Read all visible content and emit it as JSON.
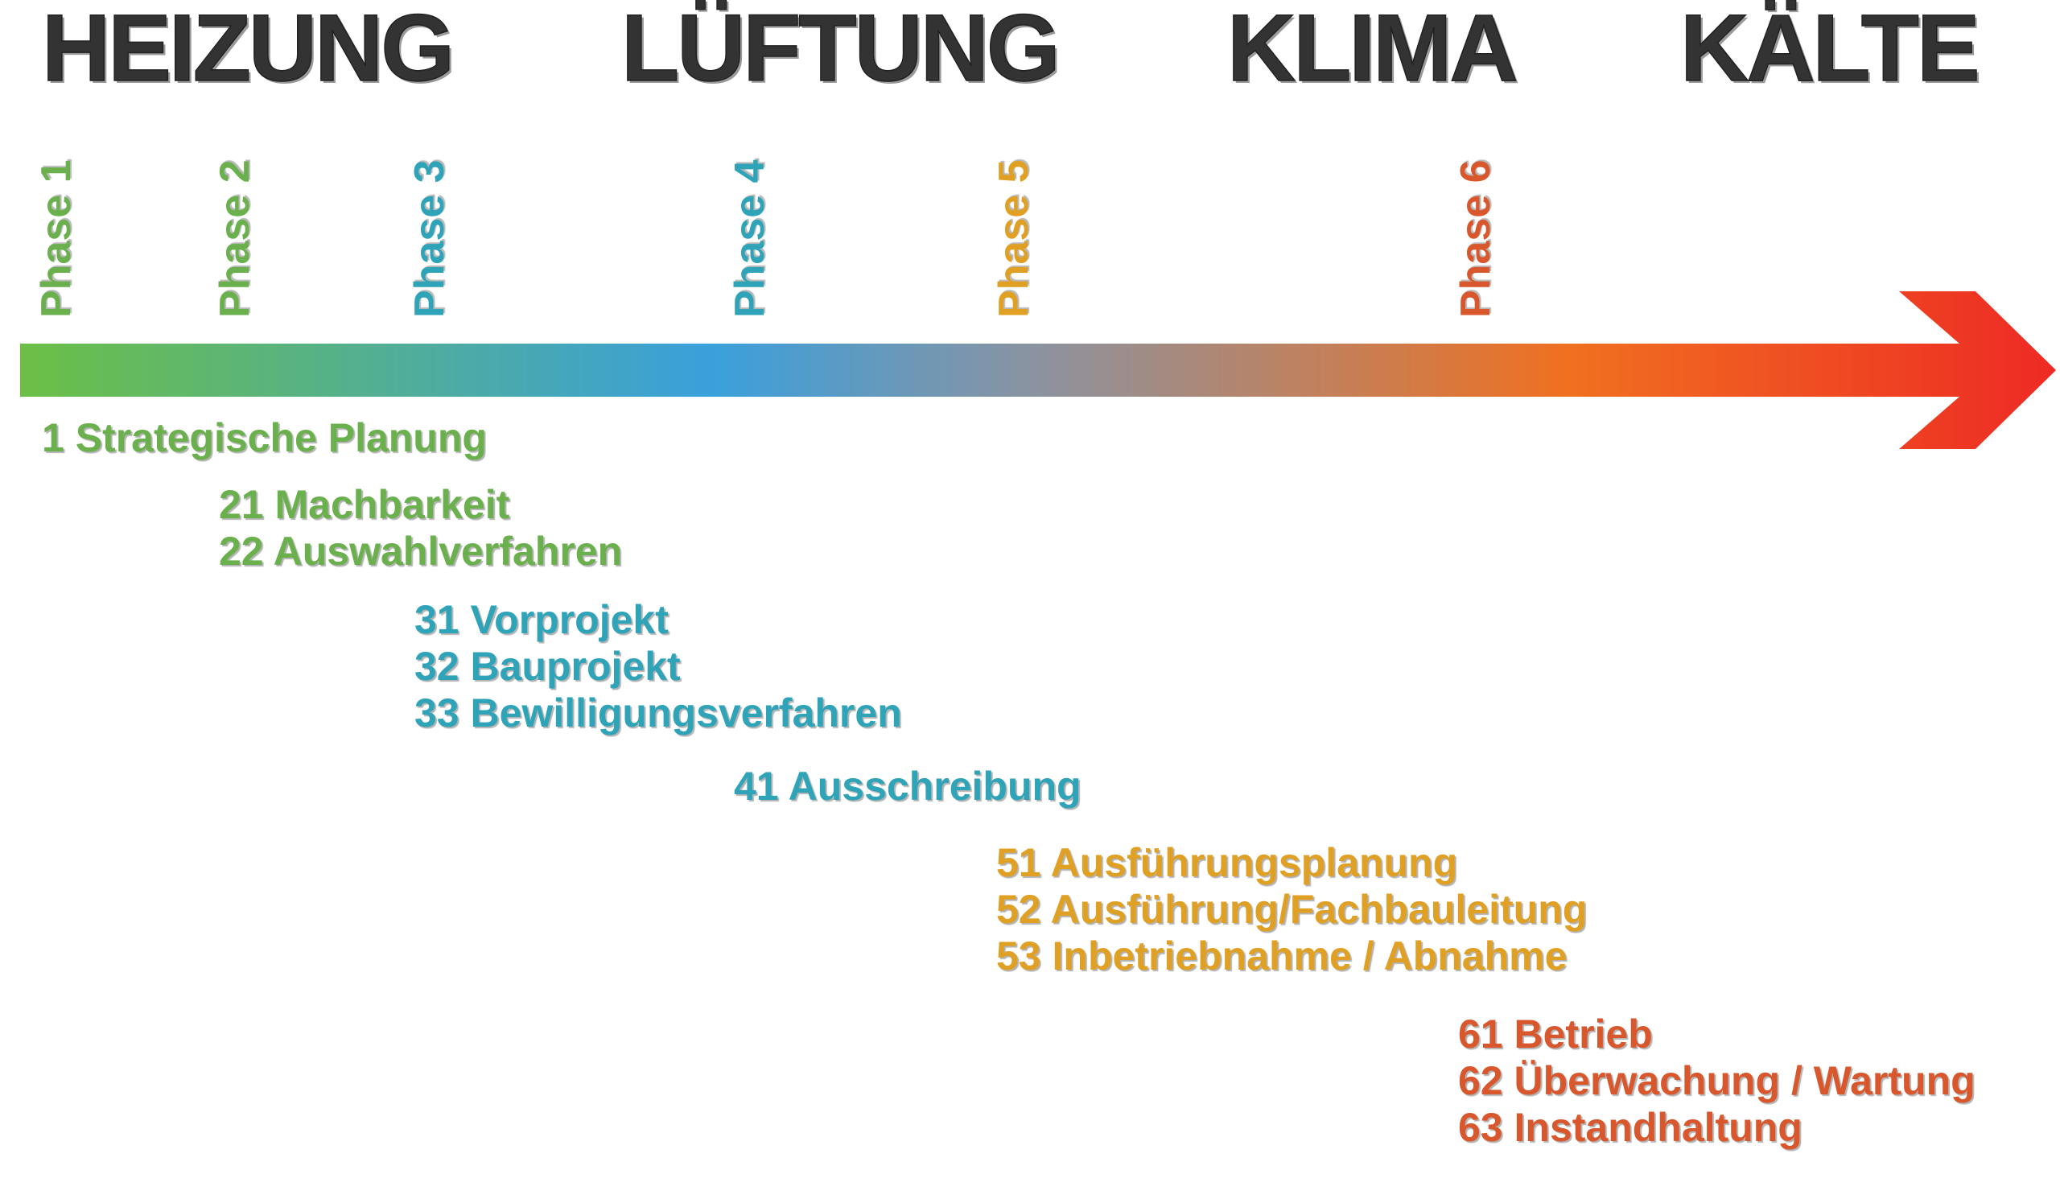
{
  "headings": [
    "HEIZUNG",
    "LÜFTUNG",
    "KLIMA",
    "KÄLTE"
  ],
  "phases": [
    {
      "label": "Phase 1",
      "color": "#6ab04c"
    },
    {
      "label": "Phase 2",
      "color": "#6ab04c"
    },
    {
      "label": "Phase 3",
      "color": "#2fa4b8"
    },
    {
      "label": "Phase 4",
      "color": "#2fa4b8"
    },
    {
      "label": "Phase 5",
      "color": "#e0a024"
    },
    {
      "label": "Phase 6",
      "color": "#d9572c"
    }
  ],
  "groups": [
    {
      "color": "#6ab04c",
      "items": [
        "1 Strategische Planung"
      ]
    },
    {
      "color": "#6ab04c",
      "items": [
        "21 Machbarkeit",
        "22 Auswahlverfahren"
      ]
    },
    {
      "color": "#2fa4b8",
      "items": [
        "31 Vorprojekt",
        "32 Bauprojekt",
        "33 Bewilligungsverfahren"
      ]
    },
    {
      "color": "#2fa4b8",
      "items": [
        "41 Ausschreibung"
      ]
    },
    {
      "color": "#e0a024",
      "items": [
        "51 Ausführungsplanung",
        "52 Ausführung/Fachbauleitung",
        "53 Inbetriebnahme / Abnahme"
      ]
    },
    {
      "color": "#d9572c",
      "items": [
        "61 Betrieb",
        "62 Überwachung / Wartung",
        "63 Instandhaltung"
      ]
    }
  ],
  "arrow_gradient": [
    "#6cbf45",
    "#3aa0dc",
    "#8c93a0",
    "#f07020",
    "#ee2a24"
  ]
}
